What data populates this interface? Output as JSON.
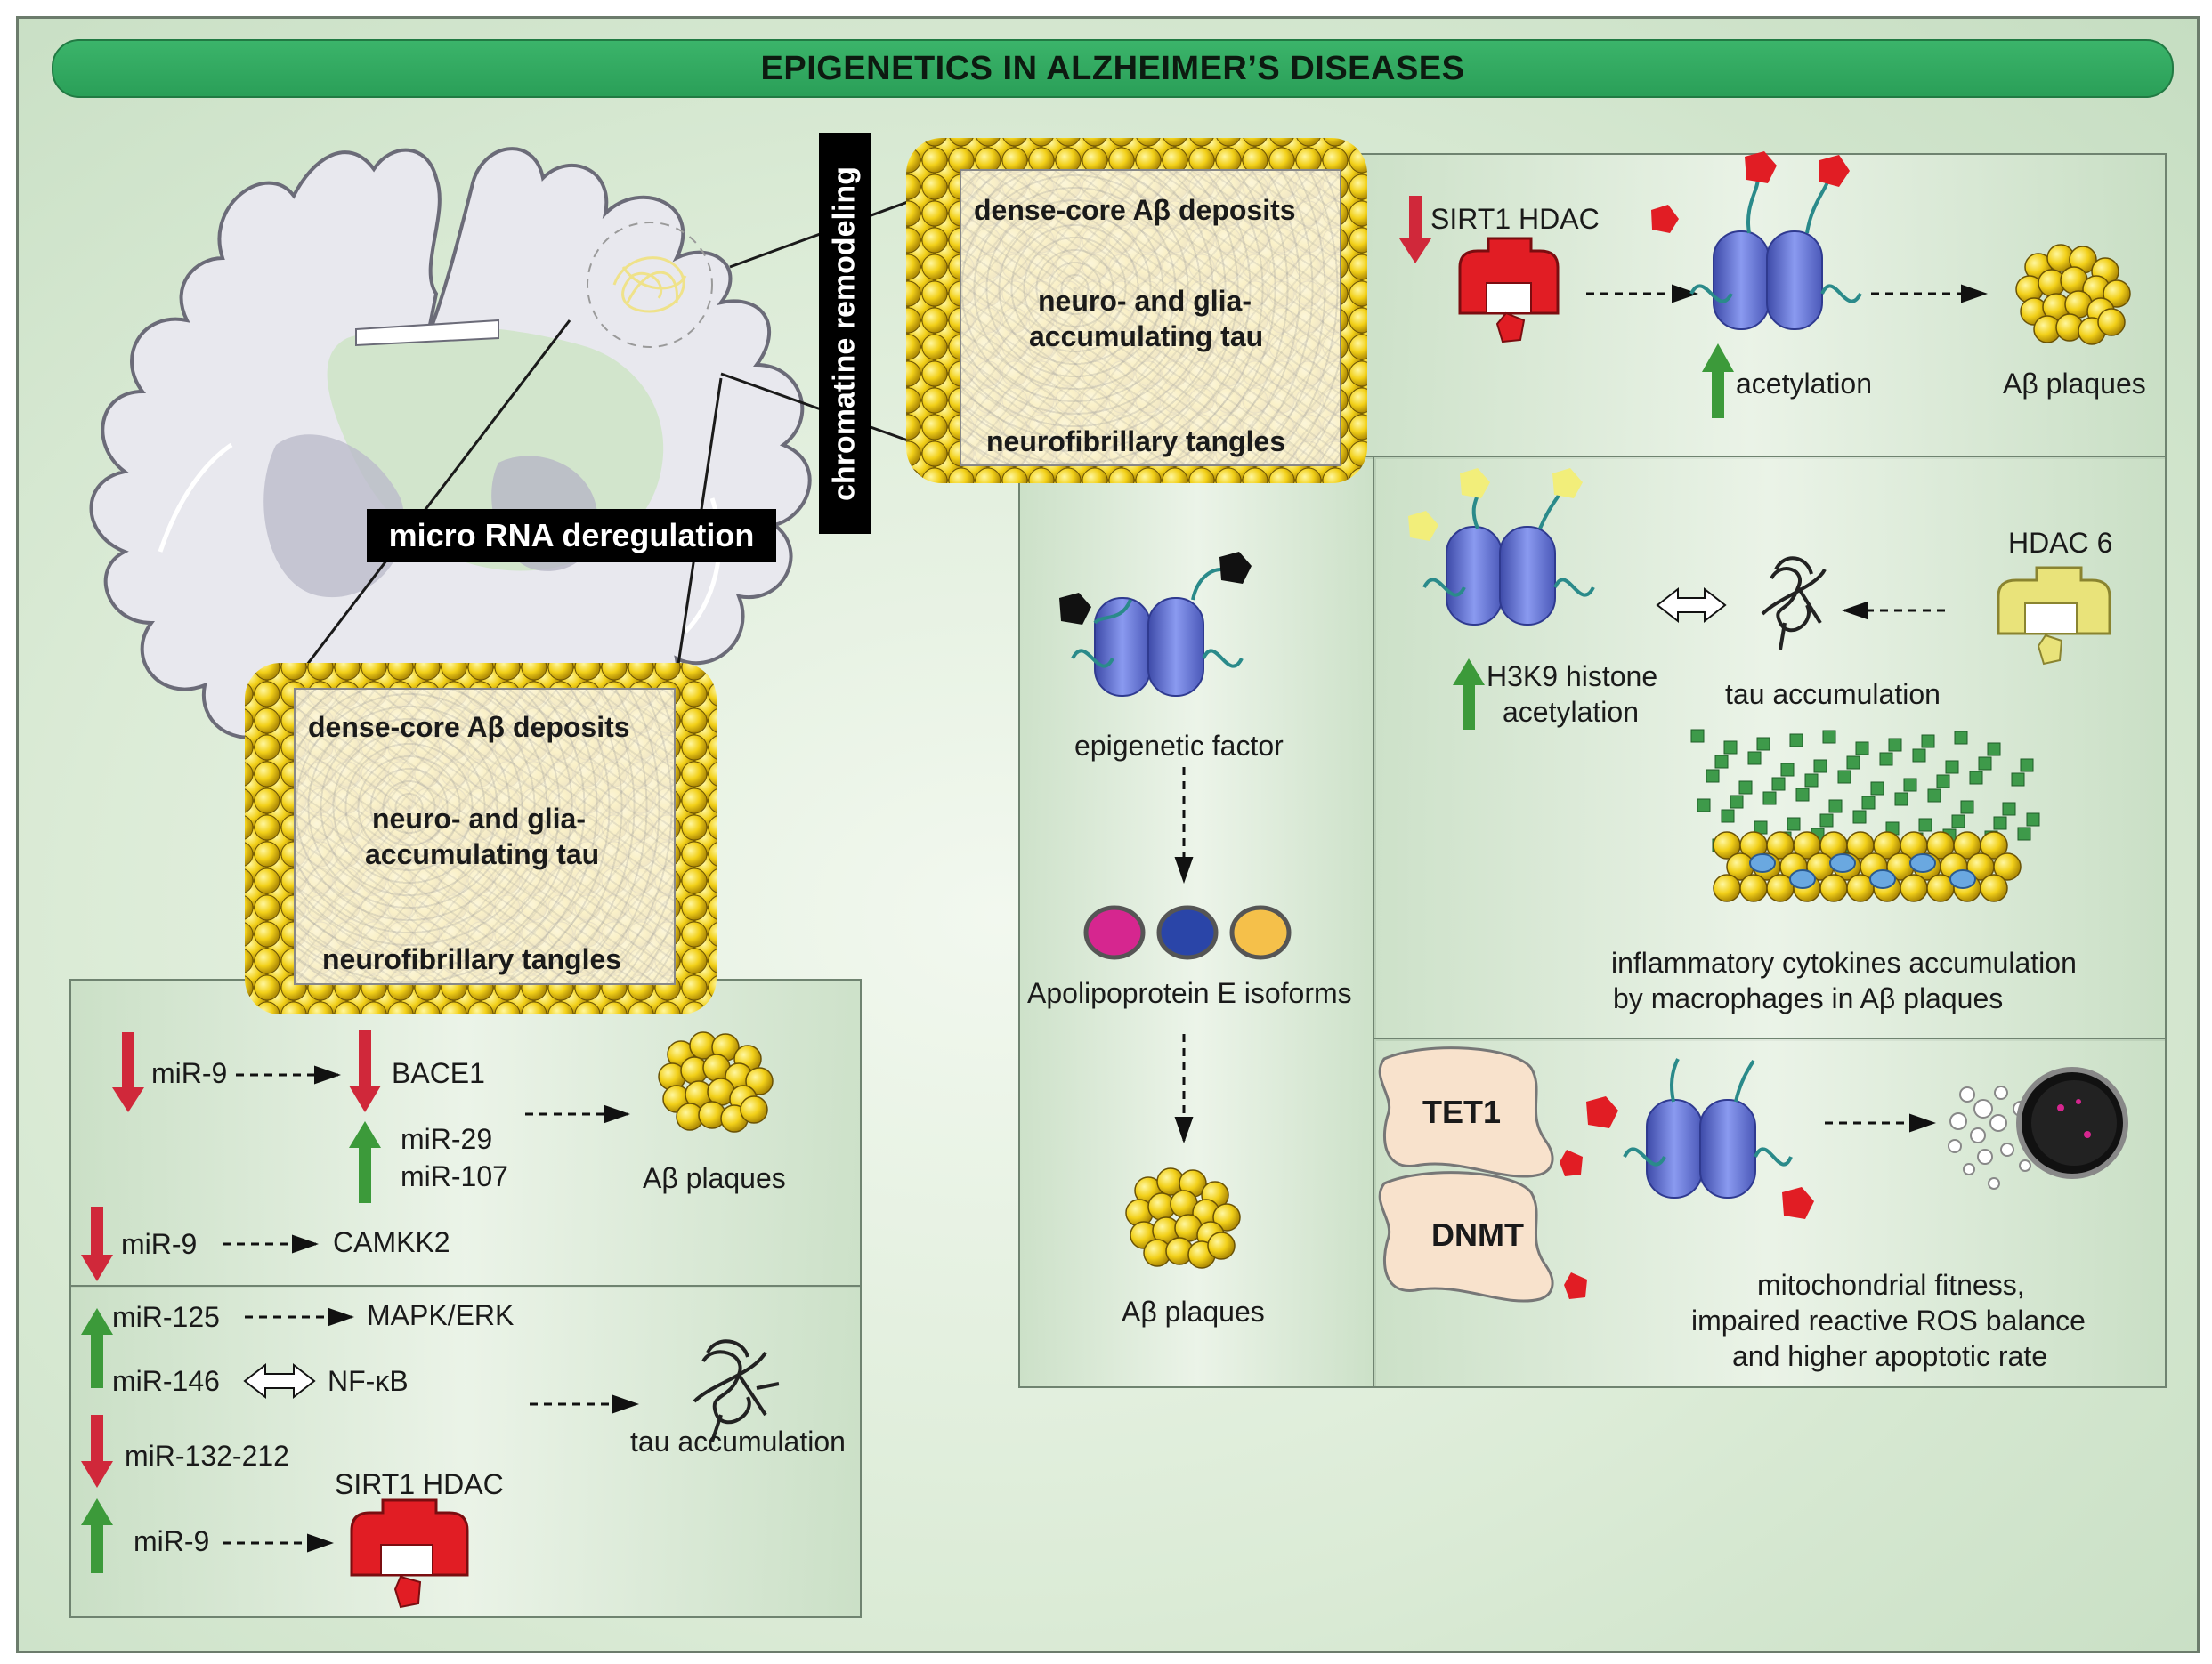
{
  "title": "EPIGENETICS IN ALZHEIMER’S DISEASES",
  "labels": {
    "chromatine": "chromatine remodeling",
    "microrna": "micro RNA deregulation"
  },
  "deposit_box": {
    "line1": "dense-core Aβ deposits",
    "line2a": "neuro- and glia-",
    "line2b": "accumulating tau",
    "line3": "neurofibrillary tangles"
  },
  "top_right": {
    "sirt1": "SIRT1 HDAC",
    "acetylation": "acetylation",
    "plaques": "Aβ plaques"
  },
  "mid_right": {
    "hdac6": "HDAC 6",
    "h3k9a": "H3K9 histone",
    "h3k9b": "acetylation",
    "tau": "tau accumulation",
    "inflam_a": "inflammatory cytokines accumulation",
    "inflam_b": "by macrophages in  Aβ plaques"
  },
  "bottom_right": {
    "tet1": "TET1",
    "dnmt": "DNMT",
    "mito_a": "mitochondrial fitness,",
    "mito_b": "impaired reactive ROS balance",
    "mito_c": "and higher apoptotic rate"
  },
  "center": {
    "epi": "epigenetic factor",
    "apoe": "Apolipoprotein E isoforms",
    "plaques": "Aβ plaques"
  },
  "mirna_top": {
    "mir9a": "miR-9",
    "bace1": "BACE1",
    "mir29": "miR-29",
    "mir107": "miR-107",
    "plaques": "Aβ plaques",
    "mir9b": "miR-9",
    "camkk2": "CAMKK2"
  },
  "mirna_bottom": {
    "mir125": "miR-125",
    "mapk": "MAPK/ERK",
    "mir146": "miR-146",
    "nfkb": "NF-κB",
    "mir132": "miR-132-212",
    "sirt1": "SIRT1 HDAC",
    "mir9": "miR-9",
    "tau": "tau accumulation"
  },
  "colors": {
    "title_green": "#2faa5f",
    "down_red": "#d0283a",
    "up_green": "#3c9a3a",
    "nucleosome_blue": "#5d6fcf",
    "amyloid_yellow": "#f2d019",
    "sirt1_red": "#e11d24",
    "hdac6_yellow": "#e9e37a"
  }
}
